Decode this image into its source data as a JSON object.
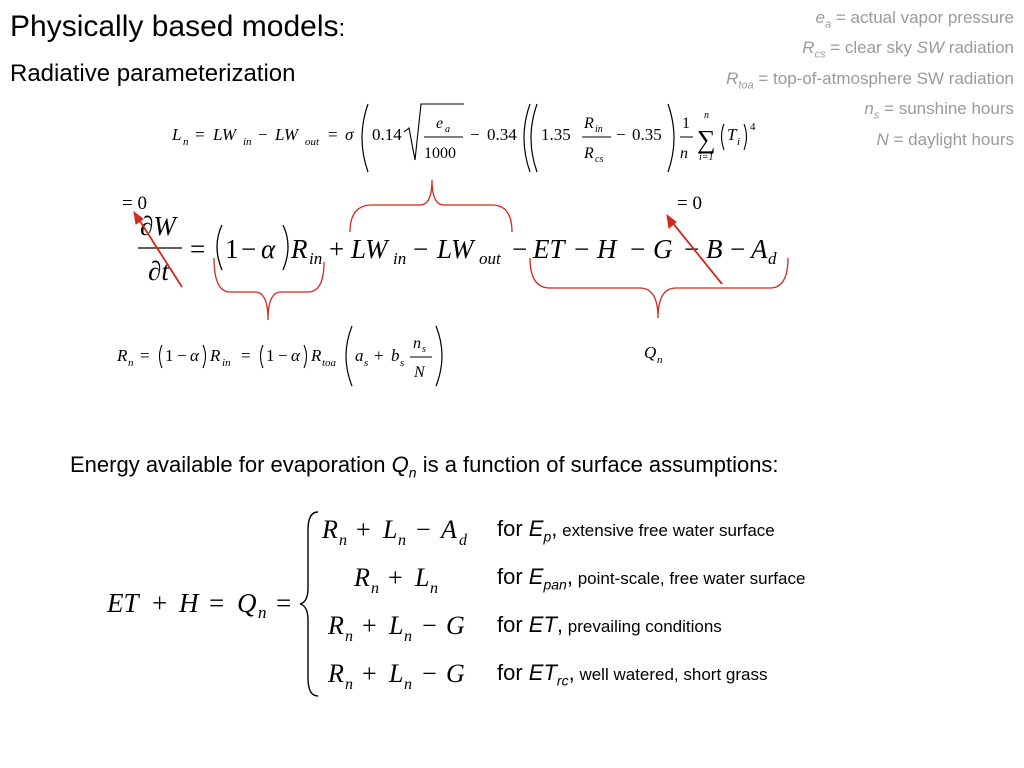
{
  "slide": {
    "title": "Physically based models",
    "title_colon": ":",
    "subtitle": "Radiative parameterization"
  },
  "legend": [
    {
      "sym": "e",
      "sub": "a",
      "eq": " = actual vapor pressure"
    },
    {
      "sym": "R",
      "sub": "cs",
      "eq": " = clear sky ",
      "em": "SW",
      "rest": " radiation"
    },
    {
      "sym": "R",
      "sub": "toa",
      "eq": " = top-of-atmosphere SW radiation"
    },
    {
      "sym": "n",
      "sub": "s",
      "eq": " = sunshine hours"
    },
    {
      "sym": "N",
      "sub": "",
      "eq": " = daylight hours"
    }
  ],
  "equations": {
    "ln_constants": {
      "c1": "0.14",
      "c2": "1000",
      "c3": "0.34",
      "c4": "1.35",
      "c5": "0.35",
      "power": "4",
      "sum_top": "n",
      "sum_bottom": "i=1"
    },
    "zero": "= 0",
    "qn_label": "Q",
    "qn_sub": "n"
  },
  "energy_line": {
    "pre": "Energy available for evaporation ",
    "sym": "Q",
    "sub": "n",
    "post": " is a function of surface assumptions:"
  },
  "cases": [
    {
      "for": "for ",
      "sym": "E",
      "sub": "p",
      "comma": ",",
      "desc": " extensive free water surface"
    },
    {
      "for": "for ",
      "sym": "E",
      "sub": "pan",
      "comma": ",",
      "desc": " point-scale, free water surface"
    },
    {
      "for": "for ",
      "sym": "ET",
      "sub": "",
      "comma": ",",
      "desc": " prevailing conditions"
    },
    {
      "for": "for ",
      "sym": "ET",
      "sub": "rc",
      "comma": ",",
      "desc": " well watered, short grass"
    }
  ],
  "colors": {
    "legend_gray": "#9a9a9a",
    "bracket_red": "#d4281c",
    "text": "#000000"
  }
}
